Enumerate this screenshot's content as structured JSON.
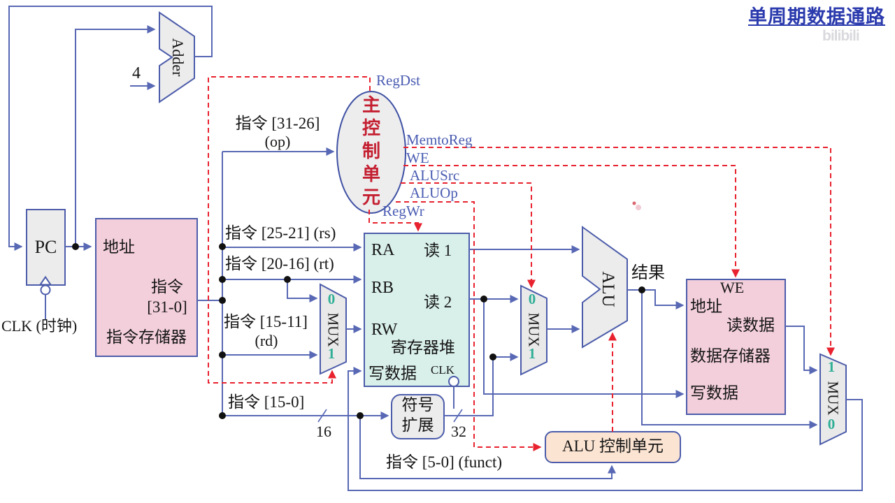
{
  "title": "单周期数据通路",
  "watermark": "bilibili",
  "pc": {
    "label": "PC",
    "clk": "CLK (时钟)"
  },
  "adder": {
    "label": "Adder",
    "const": "4"
  },
  "inst_mem": {
    "addr": "地址",
    "out1": "指令",
    "out2": "[31-0]",
    "name": "指令存储器"
  },
  "control_unit": {
    "c0": "主",
    "c1": "控",
    "c2": "制",
    "c3": "单",
    "c4": "元"
  },
  "signals": {
    "regdst": "RegDst",
    "memtoreg": "MemtoReg",
    "we": "WE",
    "alusrc": "ALUSrc",
    "aluop": "ALUOp",
    "regwr": "RegWr"
  },
  "fields": {
    "op1": "指令 [31-26]",
    "op2": "(op)",
    "rs": "指令 [25-21] (rs)",
    "rt": "指令 [20-16] (rt)",
    "rd1": "指令 [15-11]",
    "rd2": "(rd)",
    "imm": "指令 [15-0]",
    "funct": "指令 [5-0] (funct)",
    "width16": "16",
    "width32": "32"
  },
  "reg_file": {
    "ra": "RA",
    "rb": "RB",
    "rw": "RW",
    "read1": "读 1",
    "read2": "读 2",
    "name": "寄存器堆",
    "wdata": "写数据",
    "clk": "CLK"
  },
  "mux_regdst": {
    "in0": "0",
    "in1": "1",
    "label": "MUX"
  },
  "mux_alusrc": {
    "in0": "0",
    "in1": "1",
    "label": "MUX"
  },
  "mux_memtoreg": {
    "in1": "1",
    "in0": "0",
    "label": "MUX"
  },
  "alu": {
    "label": "ALU",
    "result": "结果"
  },
  "data_mem": {
    "we": "WE",
    "addr": "地址",
    "rdata": "读数据",
    "name": "数据存储器",
    "wdata": "写数据"
  },
  "sign_extend": {
    "line1": "符号",
    "line2": "扩展"
  },
  "alu_control": {
    "label": "ALU 控制单元"
  },
  "colors": {
    "wire_blue": "#5868b4",
    "control_red": "#e8222e",
    "label_blue": "#4a5cb2",
    "title_blue": "#2b3aad",
    "mem_pink": "#f3cfdb",
    "regfile_cyan": "#d9f0ea",
    "block_gray": "#ececec",
    "aluctl_peach": "#fbe4d2",
    "digit_teal": "#2fae96",
    "ellipse_text_red": "#c41f30"
  }
}
